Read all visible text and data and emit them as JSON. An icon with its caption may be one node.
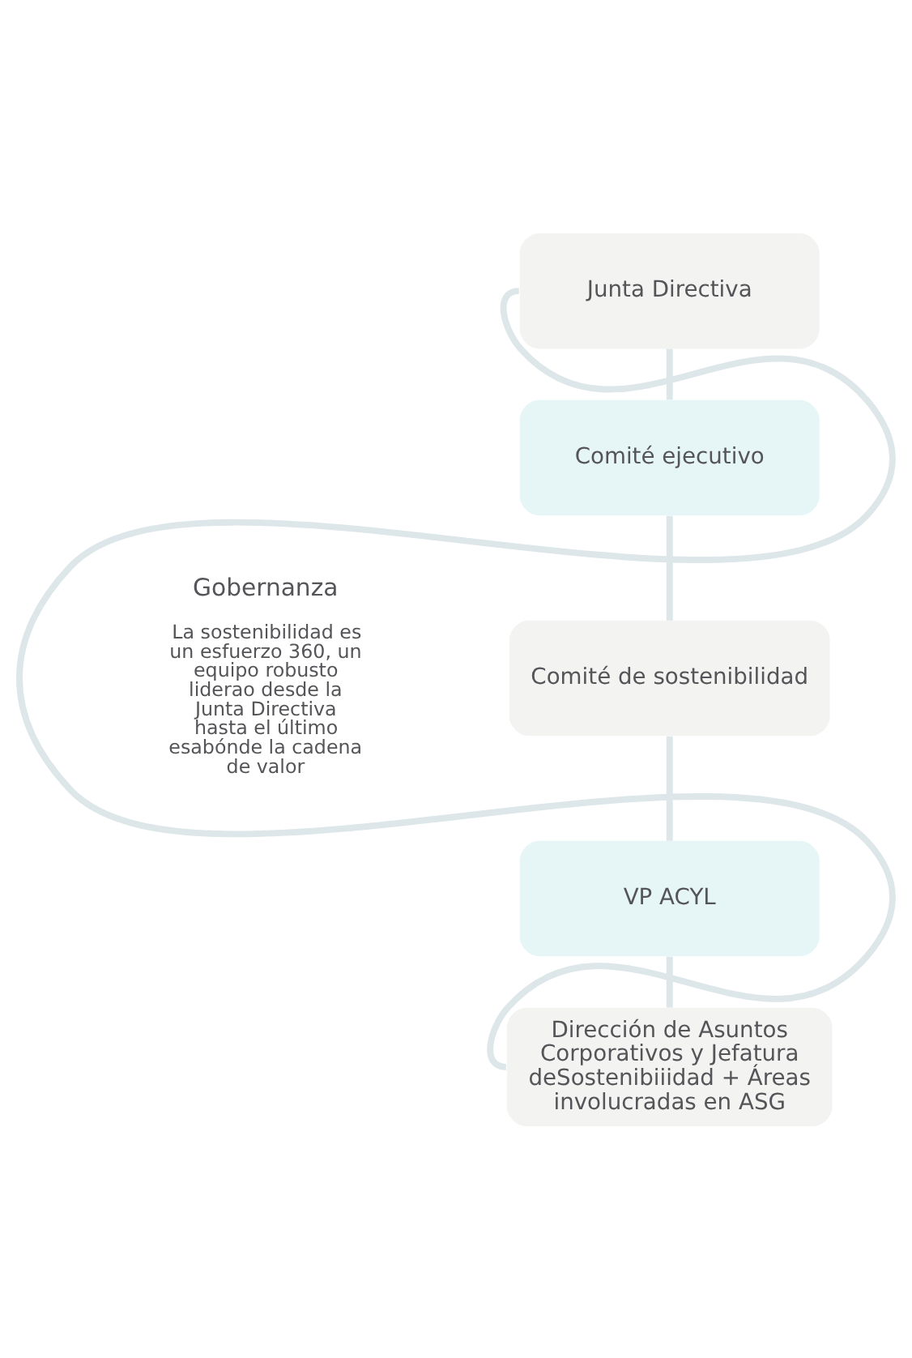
{
  "diagram": {
    "nodes": [
      {
        "text": [
          "Junta Directiva"
        ]
      },
      {
        "text": [
          "Comité ejecutivo"
        ]
      },
      {
        "text": [
          "Comité de sostenibilidad"
        ]
      },
      {
        "text": [
          "VP ACYL"
        ]
      },
      {
        "text": [
          "Dirección de Asuntos Corporativos y Jefatura deSostenibiiidad + Áreas involucradas en ASG"
        ]
      }
    ],
    "edges": [
      {
        "from": 0,
        "to": 1,
        "arrow": "none"
      },
      {
        "from": 1,
        "to": 2,
        "arrow": "none"
      },
      {
        "from": 2,
        "to": 3,
        "arrow": "none"
      },
      {
        "from": 3,
        "to": 4,
        "arrow": "none"
      },
      {
        "from": 0,
        "to": 4,
        "arrow": "none"
      }
    ],
    "labels": [
      "Gobernanza",
      "La sostenibilidad es un esfuerzo 360, un equipo robusto liderao desde la Junta Directiva hasta el último esabónde la cadena de valor"
    ]
  }
}
